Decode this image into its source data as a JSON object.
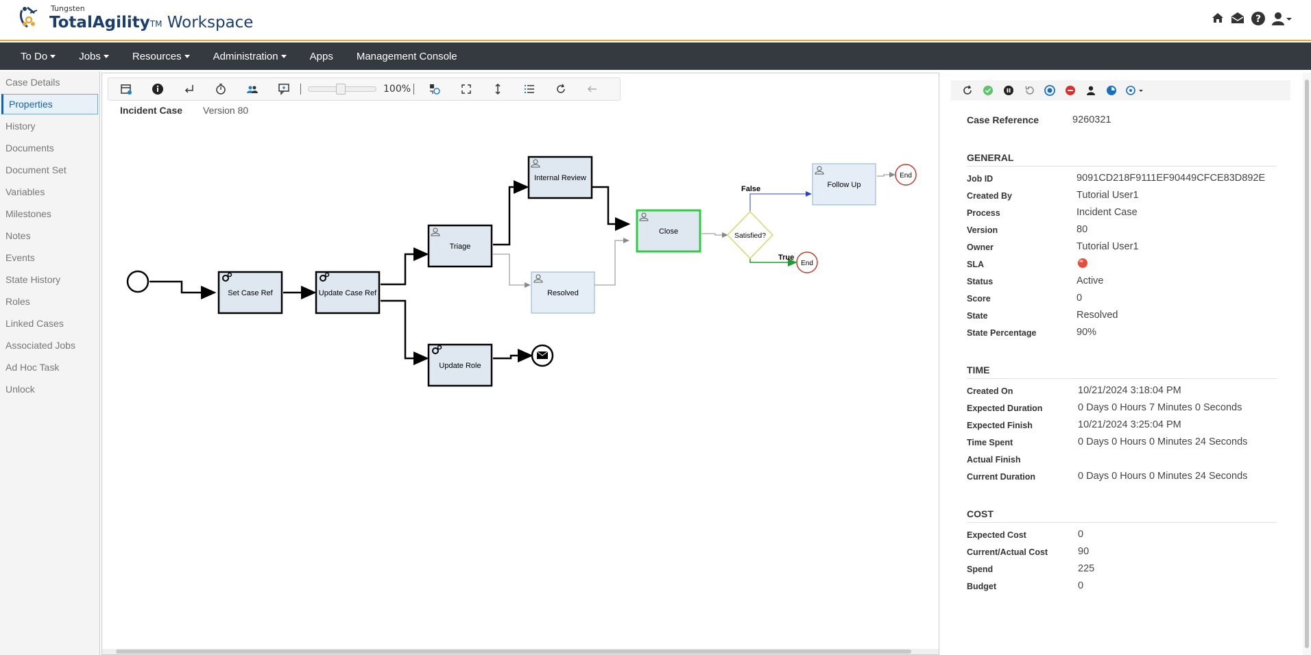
{
  "header": {
    "brand_small": "Tungsten",
    "brand_name": "TotalAgility",
    "brand_tm": "TM",
    "brand_suffix": " Workspace"
  },
  "nav": {
    "items": [
      {
        "label": "To Do",
        "dropdown": true
      },
      {
        "label": "Jobs",
        "dropdown": true
      },
      {
        "label": "Resources",
        "dropdown": true
      },
      {
        "label": "Administration",
        "dropdown": true
      },
      {
        "label": "Apps",
        "dropdown": false
      },
      {
        "label": "Management Console",
        "dropdown": false
      }
    ]
  },
  "sidebar": {
    "items": [
      {
        "label": "Case Details"
      },
      {
        "label": "Properties",
        "active": true
      },
      {
        "label": "History"
      },
      {
        "label": "Documents"
      },
      {
        "label": "Document Set"
      },
      {
        "label": "Variables"
      },
      {
        "label": "Milestones"
      },
      {
        "label": "Notes"
      },
      {
        "label": "Events"
      },
      {
        "label": "State History"
      },
      {
        "label": "Roles"
      },
      {
        "label": "Linked Cases"
      },
      {
        "label": "Associated Jobs"
      },
      {
        "label": "Ad Hoc Task"
      },
      {
        "label": "Unlock"
      }
    ]
  },
  "canvas": {
    "zoom": "100%",
    "process_name": "Incident Case",
    "version": "Version 80",
    "nodes": {
      "set_case_ref": "Set Case Ref",
      "update_case_ref": "Update Case Ref",
      "triage": "Triage",
      "internal_review": "Internal Review",
      "resolved": "Resolved",
      "close": "Close",
      "satisfied": "Satisfied?",
      "follow_up": "Follow Up",
      "update_role": "Update Role",
      "end1": "End",
      "end2": "End"
    },
    "edges": {
      "false_label": "False",
      "true_label": "True"
    }
  },
  "properties": {
    "case_reference_label": "Case Reference",
    "case_reference": "9260321",
    "general_title": "GENERAL",
    "general": [
      {
        "label": "Job ID",
        "value": "9091CD218F9111EF90449CFCE83D892E"
      },
      {
        "label": "Created By",
        "value": "Tutorial User1"
      },
      {
        "label": "Process",
        "value": "Incident Case"
      },
      {
        "label": "Version",
        "value": "80"
      },
      {
        "label": "Owner",
        "value": "Tutorial User1"
      },
      {
        "label": "SLA",
        "value": ""
      },
      {
        "label": "Status",
        "value": "Active"
      },
      {
        "label": "Score",
        "value": "0"
      },
      {
        "label": "State",
        "value": "Resolved"
      },
      {
        "label": "State Percentage",
        "value": "90%"
      }
    ],
    "sla_color": "#e74c3c",
    "time_title": "TIME",
    "time": [
      {
        "label": "Created On",
        "value": "10/21/2024 3:18:04 PM"
      },
      {
        "label": "Expected Duration",
        "value": "0 Days 0 Hours 7 Minutes 0 Seconds"
      },
      {
        "label": "Expected Finish",
        "value": "10/21/2024 3:25:04 PM"
      },
      {
        "label": "Time Spent",
        "value": "0 Days 0 Hours 0 Minutes 24 Seconds"
      },
      {
        "label": "Actual Finish",
        "value": ""
      },
      {
        "label": "Current Duration",
        "value": "0 Days 0 Hours 0 Minutes 24 Seconds"
      }
    ],
    "cost_title": "COST",
    "cost": [
      {
        "label": "Expected Cost",
        "value": "0"
      },
      {
        "label": "Current/Actual Cost",
        "value": "90"
      },
      {
        "label": "Spend",
        "value": "225"
      },
      {
        "label": "Budget",
        "value": "0"
      }
    ]
  },
  "colors": {
    "nav_bg": "#343a40",
    "accent": "#e2a93a",
    "active_node": "#2ecc40",
    "node_fill": "#dfe8f1",
    "false_edge": "#2b3fd6",
    "true_edge": "#1f9d2e"
  }
}
